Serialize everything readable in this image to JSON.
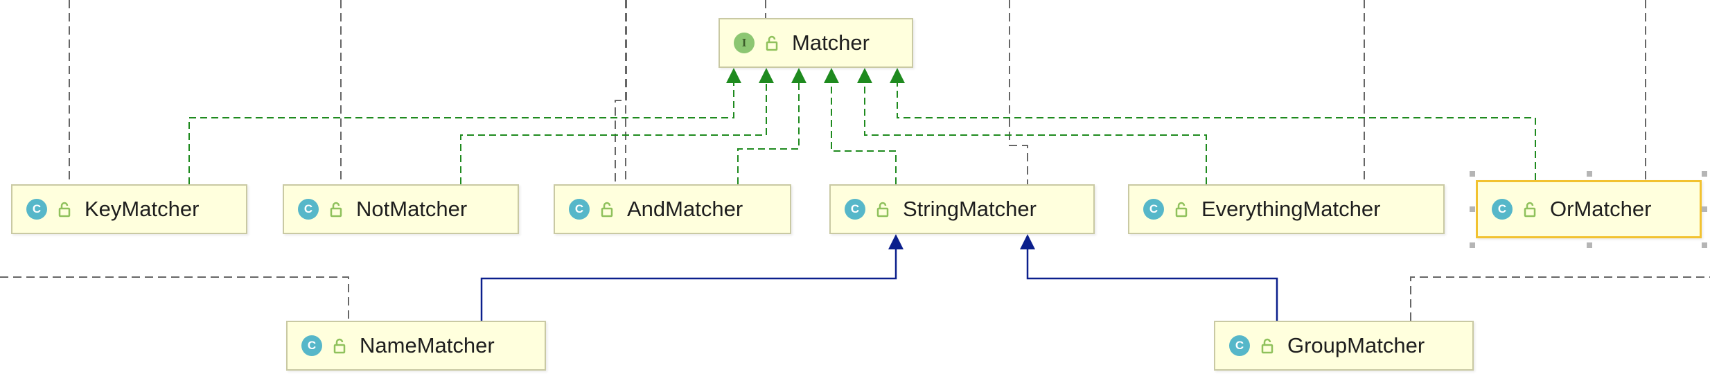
{
  "diagram": {
    "nodes": [
      {
        "id": "matcher",
        "label": "Matcher",
        "kind": "I",
        "kind_name": "interface"
      },
      {
        "id": "key",
        "label": "KeyMatcher",
        "kind": "C",
        "kind_name": "class"
      },
      {
        "id": "not",
        "label": "NotMatcher",
        "kind": "C",
        "kind_name": "class"
      },
      {
        "id": "and",
        "label": "AndMatcher",
        "kind": "C",
        "kind_name": "class"
      },
      {
        "id": "string",
        "label": "StringMatcher",
        "kind": "C",
        "kind_name": "abstract-class"
      },
      {
        "id": "everything",
        "label": "EverythingMatcher",
        "kind": "C",
        "kind_name": "class"
      },
      {
        "id": "or",
        "label": "OrMatcher",
        "kind": "C",
        "kind_name": "class",
        "selected": true
      },
      {
        "id": "name",
        "label": "NameMatcher",
        "kind": "C",
        "kind_name": "class"
      },
      {
        "id": "group",
        "label": "GroupMatcher",
        "kind": "C",
        "kind_name": "class"
      }
    ],
    "edges": [
      {
        "from": "key",
        "to": "matcher",
        "type": "implements"
      },
      {
        "from": "not",
        "to": "matcher",
        "type": "implements"
      },
      {
        "from": "and",
        "to": "matcher",
        "type": "implements"
      },
      {
        "from": "string",
        "to": "matcher",
        "type": "implements"
      },
      {
        "from": "everything",
        "to": "matcher",
        "type": "implements"
      },
      {
        "from": "or",
        "to": "matcher",
        "type": "implements"
      },
      {
        "from": "name",
        "to": "string",
        "type": "extends"
      },
      {
        "from": "group",
        "to": "string",
        "type": "extends"
      }
    ],
    "colors": {
      "implements": "#1e8a1e",
      "extends": "#0b1f8c",
      "other": "#666666",
      "node_fill": "#ffffdd",
      "node_border": "#c9c9a3",
      "selected_border": "#f2c230",
      "class_icon": "#56b7c9",
      "interface_icon": "#8cc672",
      "lock_icon": "#8fc15c"
    }
  }
}
